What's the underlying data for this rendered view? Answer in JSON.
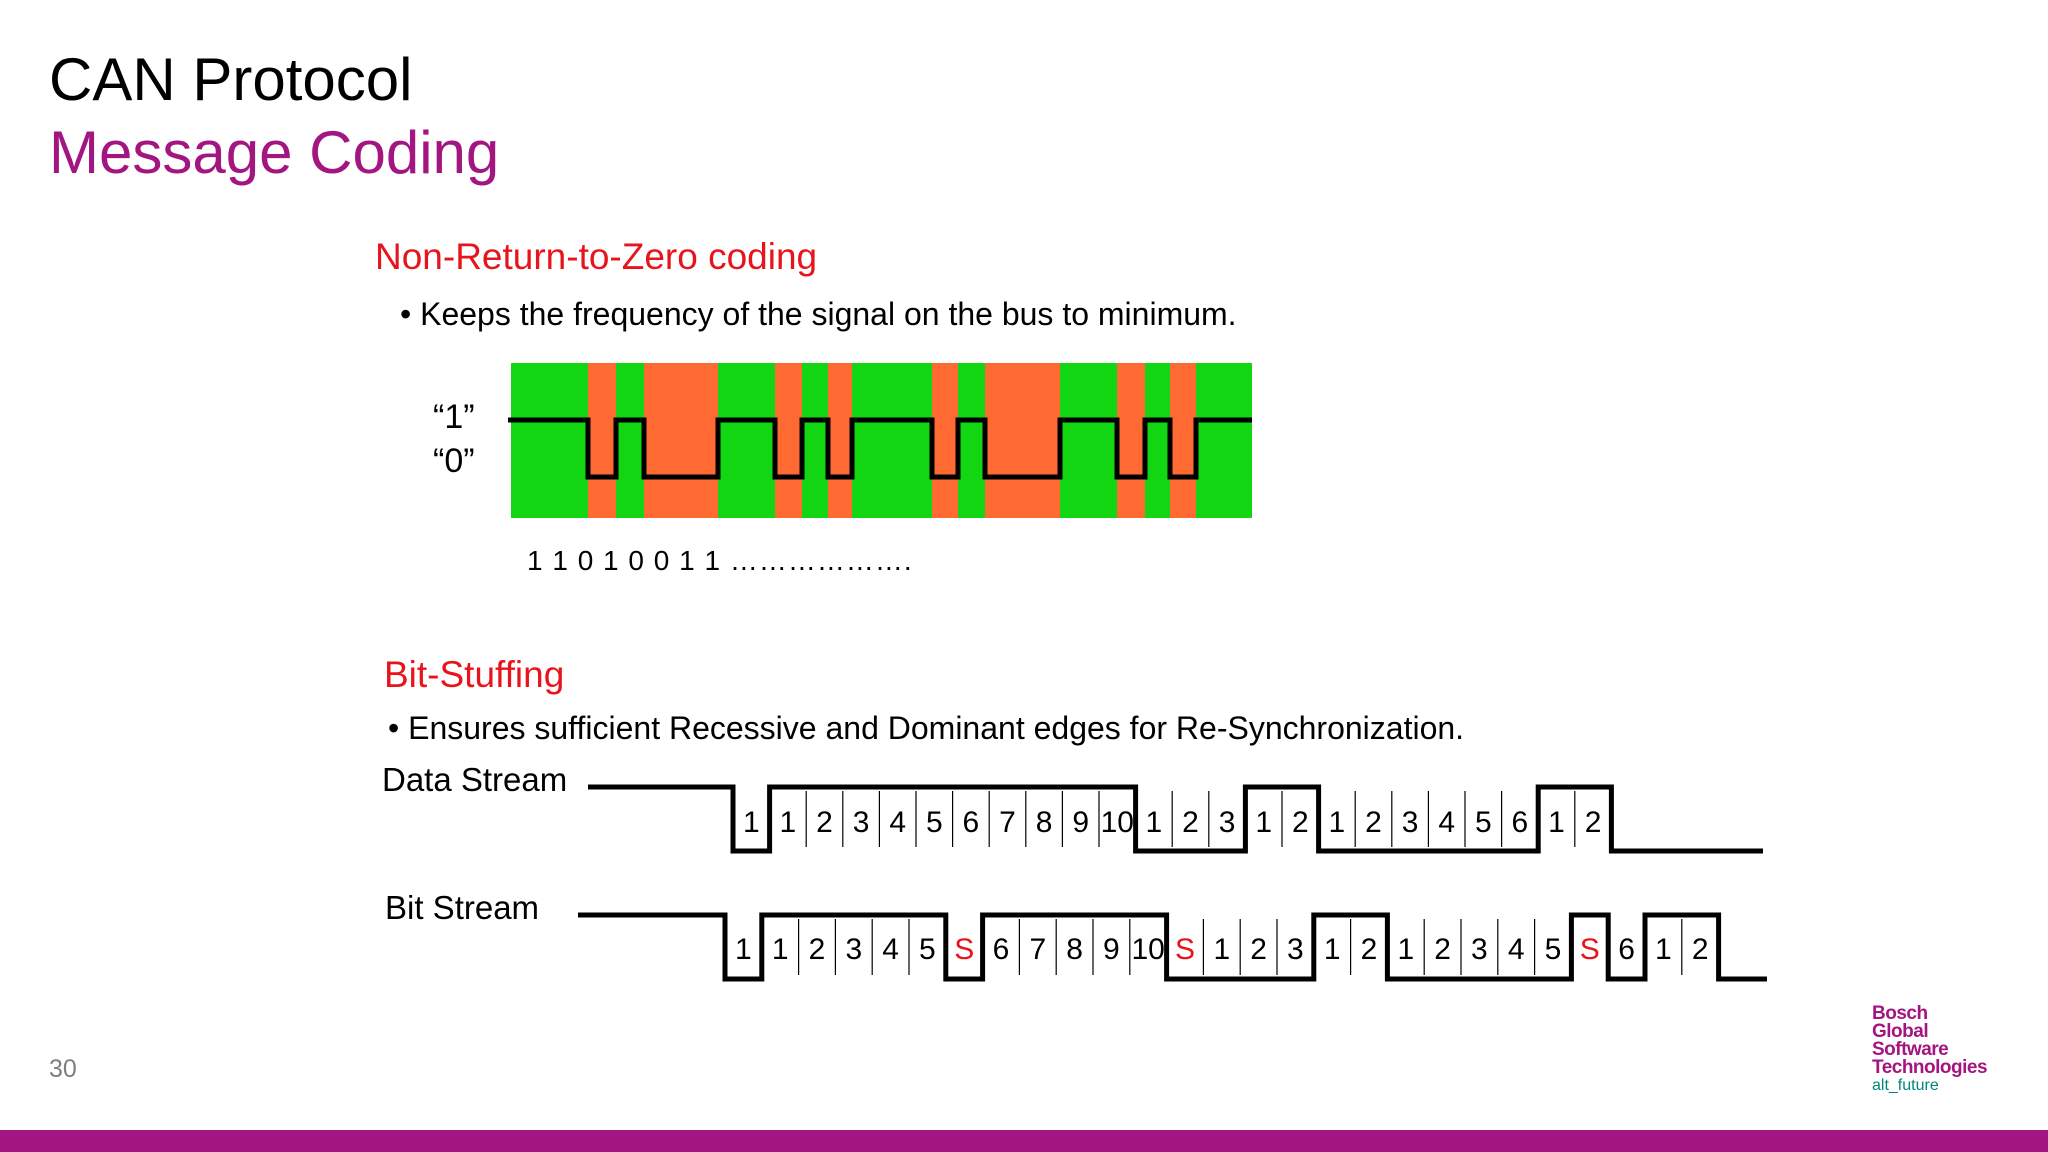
{
  "slide": {
    "title": "CAN Protocol",
    "subtitle": "Message Coding",
    "page_number": "30"
  },
  "nrz": {
    "heading": "Non-Return-to-Zero coding",
    "bullet": "• Keeps the frequency of the signal on the bus to minimum.",
    "label_one": "“1”",
    "label_zero": "“0”",
    "bit_sequence": "1  1  0  1  0  0  1  1 ……………….",
    "colors": {
      "recessive": "#11d611",
      "dominant": "#ff6a33"
    },
    "levels": [
      1,
      0,
      1,
      0,
      0,
      1,
      1,
      0,
      1,
      0,
      1,
      1,
      0,
      1,
      0,
      0,
      1,
      0,
      1,
      0,
      1
    ]
  },
  "bit_stuffing": {
    "heading": "Bit-Stuffing",
    "bullet": "• Ensures sufficient Recessive and Dominant edges for Re-Synchronization.",
    "data_stream_label": "Data Stream",
    "bit_stream_label": "Bit Stream",
    "data_stream_cells": [
      "1",
      "1",
      "2",
      "3",
      "4",
      "5",
      "6",
      "7",
      "8",
      "9",
      "10",
      "1",
      "2",
      "3",
      "1",
      "2",
      "1",
      "2",
      "3",
      "4",
      "5",
      "6",
      "1",
      "2"
    ],
    "data_stream_levels": [
      0,
      1,
      1,
      1,
      1,
      1,
      1,
      1,
      1,
      1,
      1,
      0,
      0,
      0,
      1,
      1,
      0,
      0,
      0,
      0,
      0,
      0,
      1,
      1
    ],
    "bit_stream_cells": [
      "1",
      "1",
      "2",
      "3",
      "4",
      "5",
      "S",
      "6",
      "7",
      "8",
      "9",
      "10",
      "S",
      "1",
      "2",
      "3",
      "1",
      "2",
      "1",
      "2",
      "3",
      "4",
      "5",
      "S",
      "6",
      "1",
      "2"
    ],
    "bit_stream_levels": [
      0,
      1,
      1,
      1,
      1,
      1,
      0,
      1,
      1,
      1,
      1,
      1,
      0,
      0,
      0,
      0,
      1,
      1,
      0,
      0,
      0,
      0,
      0,
      1,
      0,
      1,
      1
    ],
    "stuff_bit_color": "#e8141c"
  },
  "brand": {
    "logo_lines": [
      "Bosch",
      "Global",
      "Software",
      "Technologies"
    ],
    "tagline": "alt_future",
    "color": "#a31580"
  }
}
